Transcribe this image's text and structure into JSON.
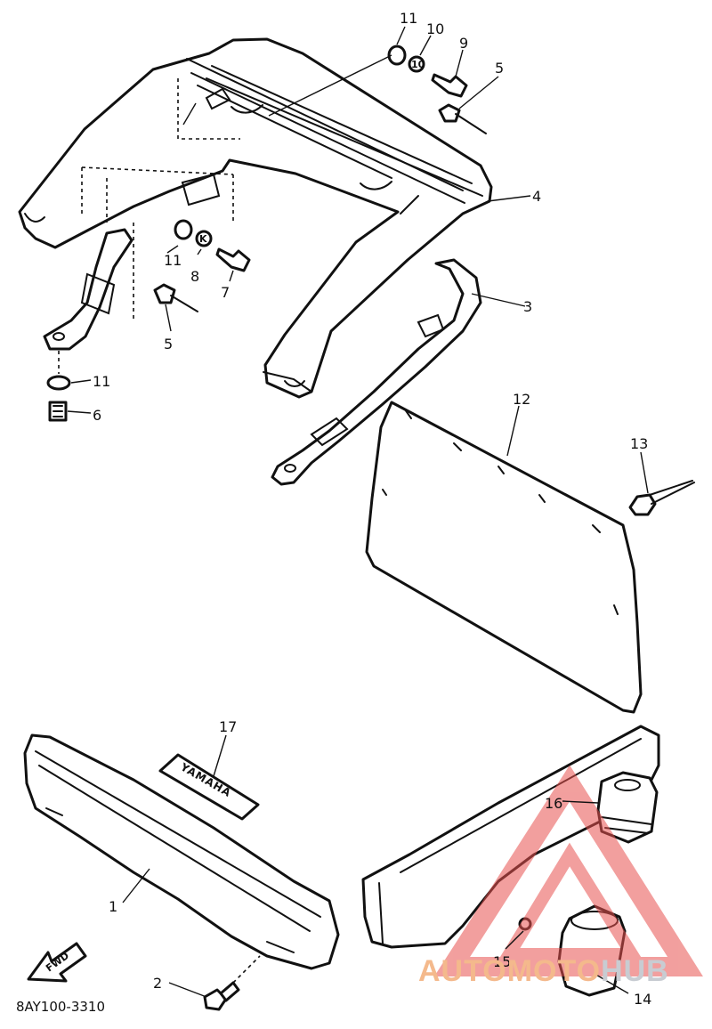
{
  "catalog_code": "8AY100-3310",
  "callouts": {
    "c1": "1",
    "c2": "2",
    "c3": "3",
    "c4": "4",
    "c5a": "5",
    "c5b": "5",
    "c6": "6",
    "c7": "7",
    "c8": "8",
    "c9": "9",
    "c10": "10",
    "c11a": "11",
    "c11b": "11",
    "c11c": "11",
    "c12": "12",
    "c13": "13",
    "c14": "14",
    "c15": "15",
    "c16": "16",
    "c17": "17"
  },
  "decal_text": "YAMAHA",
  "washer_mark": "10",
  "lockwasher_mark": "K",
  "fwd_label": "FWD",
  "watermark": {
    "part1": "AUTOMOTO",
    "part2": "HUB",
    "color_primary": "#f4b98c",
    "color_secondary": "#c8ccd2",
    "triangle_color": "#e8524f"
  }
}
